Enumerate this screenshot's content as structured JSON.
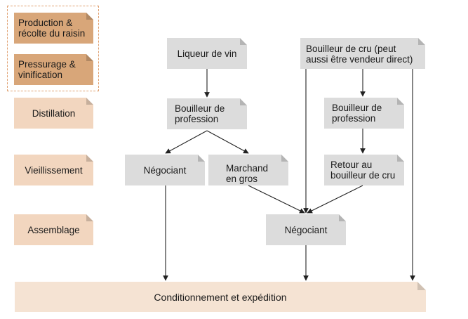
{
  "stages": {
    "production": "Production &\nrécolte du raisin",
    "pressurage": "Pressurage &\nvinification",
    "distillation": "Distillation",
    "vieillissement": "Vieillissement",
    "assemblage": "Assemblage"
  },
  "nodes": {
    "liqueur_de_vin": "Liqueur de vin",
    "bouilleur_de_cru": "Bouilleur de cru (peut\naussi être vendeur direct)",
    "bouilleur_profession_1": "Bouilleur de\nprofession",
    "bouilleur_profession_2": "Bouilleur de\nprofession",
    "negociant_1": "Négociant",
    "marchand_en_gros": "Marchand\nen gros",
    "retour_bouilleur": "Retour au\nbouilleur de cru",
    "negociant_2": "Négociant"
  },
  "footer": {
    "label": "Conditionnement et expédition"
  },
  "colors": {
    "stage_dark": "#d8a679",
    "stage_light": "#f2d6bf",
    "node_grey": "#dcdcdc",
    "footer": "#f5e3d3",
    "dashed_border": "#e0a070"
  }
}
